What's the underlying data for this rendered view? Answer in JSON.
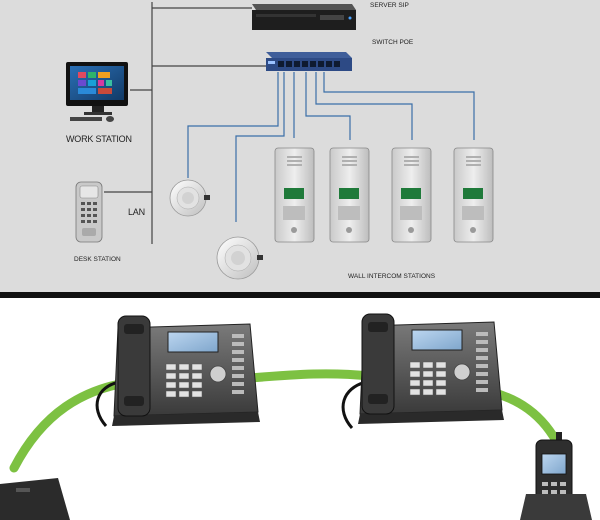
{
  "labels": {
    "server_sip": "SERVER SIP",
    "switch_poe": "SWITCH POE",
    "work_station": "WORK STATION",
    "lan": "LAN",
    "desk_station": "DESK STATION",
    "wall_intercom_stations": "WALL INTERCOM STATIONS"
  },
  "colors": {
    "top_background": "#dcdcdc",
    "network_line": "#3b6fa8",
    "lan_trunk": "#444444",
    "green_link": "#7dc142",
    "divider": "#111111"
  },
  "icons": {
    "server": "server-rack-icon",
    "switch": "poe-switch-icon",
    "workstation": "all-in-one-pc-icon",
    "desk_phone": "desk-phone-icon",
    "ceiling_speaker": "ceiling-speaker-icon",
    "intercom": "wall-intercom-icon",
    "multiline_phone": "multiline-desk-phone-icon",
    "cordless": "cordless-handset-icon"
  }
}
